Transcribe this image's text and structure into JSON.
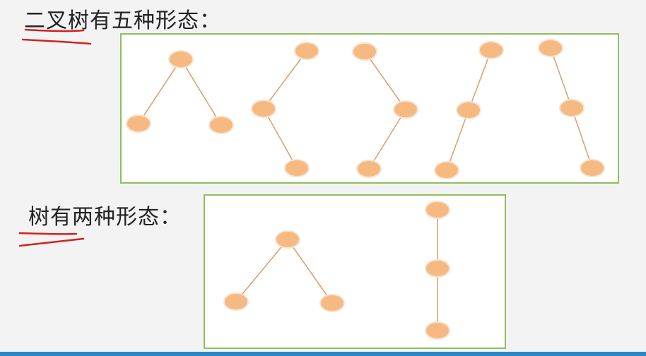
{
  "headings": {
    "binary_tree": "二叉树有五种形态：",
    "tree": "树有两种形态："
  },
  "colors": {
    "frame_border": "#8fbf5a",
    "node_fill": "#f6b982",
    "edge": "#e0a070",
    "annotation": "#d42020",
    "bottom_bar": "#2a88c8"
  },
  "diagrams": {
    "binary_tree_forms": [
      "full-two-children",
      "left-then-right",
      "right-then-left",
      "left-left-chain",
      "right-right-chain"
    ],
    "tree_forms": [
      "root-with-two-children",
      "single-chain"
    ]
  }
}
